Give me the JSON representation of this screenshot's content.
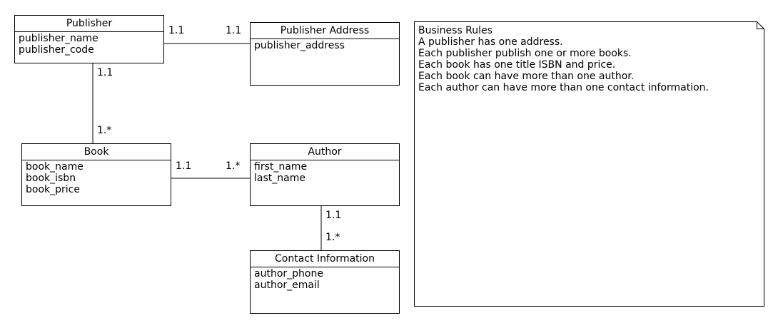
{
  "diagram": {
    "classes": {
      "publisher": {
        "title": "Publisher",
        "attributes": [
          "publisher_name",
          "publisher_code"
        ]
      },
      "publisher_address": {
        "title": "Publisher Address",
        "attributes": [
          "publisher_address"
        ]
      },
      "book": {
        "title": "Book",
        "attributes": [
          "book_name",
          "book_isbn",
          "book_price"
        ]
      },
      "author": {
        "title": "Author",
        "attributes": [
          "first_name",
          "last_name"
        ]
      },
      "contact_information": {
        "title": "Contact Information",
        "attributes": [
          "author_phone",
          "author_email"
        ]
      }
    },
    "associations": {
      "publisher_address": {
        "from": "1.1",
        "to": "1.1"
      },
      "publisher_book": {
        "from": "1.1",
        "to": "1.*"
      },
      "book_author": {
        "from": "1.1",
        "to": "1.*"
      },
      "author_contact": {
        "from": "1.1",
        "to": "1.*"
      }
    },
    "note": {
      "lines": [
        "Business Rules",
        "A publisher has one address.",
        "Each publisher publish one or more books.",
        "Each book has one title ISBN and price.",
        "Each book can have more than one author.",
        "Each author can have more than one contact information."
      ]
    }
  }
}
